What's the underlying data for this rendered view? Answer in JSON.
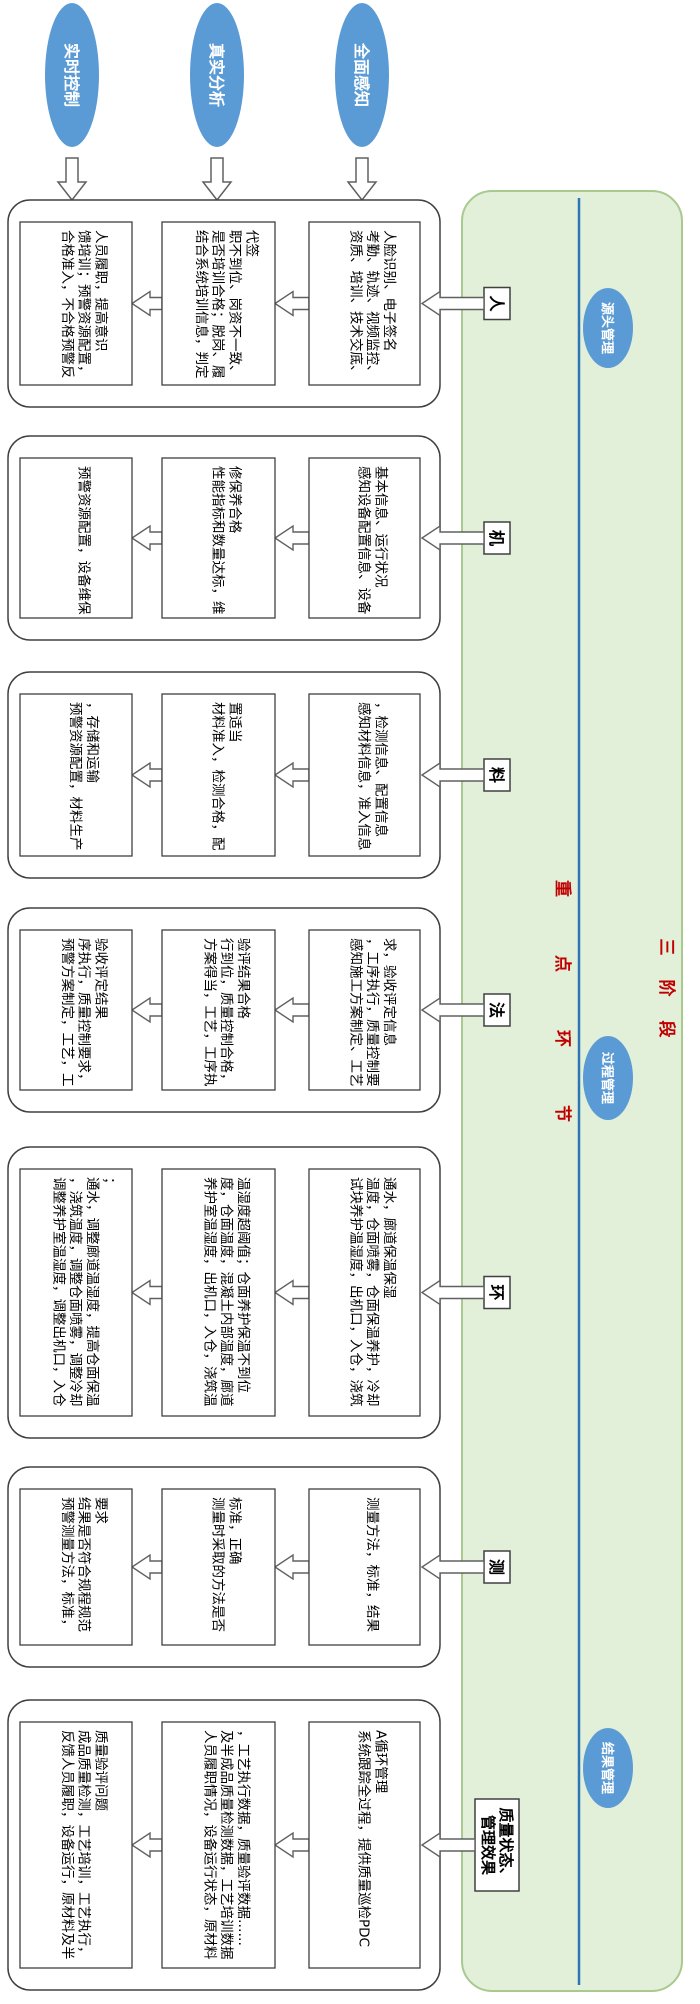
{
  "top_ovals": [
    {
      "id": "perception",
      "label": "全面感知"
    },
    {
      "id": "analysis",
      "label": "真实分析"
    },
    {
      "id": "control",
      "label": "实时控制"
    }
  ],
  "stages": {
    "title": "三阶段",
    "key_link": "重点环节",
    "items": [
      {
        "id": "source",
        "label": "源头管理"
      },
      {
        "id": "process",
        "label": "过程管理"
      },
      {
        "id": "result",
        "label": "结果管理"
      }
    ]
  },
  "groups": [
    {
      "id": "ren",
      "label": "人",
      "perception": "资质、培训、技术交底、考勤、轨迹、视频监控、人脸识别、电子签名",
      "analysis": "结合系统培训信息，判定是否培训合格；脱岗、履职不到位、岗资不一致、代签",
      "control": "合格准入，不合格预警反馈培训；预警资源配置，人员履职，提高意识"
    },
    {
      "id": "ji",
      "label": "机",
      "perception": "感知设备配置信息、设备基本信息、运行状况",
      "analysis": "性能指标和数量达标，维修保养合格",
      "control": "预警资源配置，设备维保"
    },
    {
      "id": "liao",
      "label": "料",
      "perception": "感知材料信息，准入信息，检测信息、配置信息",
      "analysis": "材料准入，检测合格，配置适当",
      "control": "预警资源配置，材料生产，存储和运输"
    },
    {
      "id": "fa",
      "label": "法",
      "perception": "感知施工方案制定、工艺，工序执行，质量控制要求，验收评定信息",
      "analysis": "方案得当，工艺，工序执行到位，质量控制合格，验评结果合格",
      "control": "预警方案制定，工艺，工序执行，质量控制要求，验收评定结果"
    },
    {
      "id": "huan",
      "label": "环",
      "perception": "试块养护温湿度，出机口，入仓，浇筑温度，仓面喷雾，仓面保温养护，冷却通水，廊道保温保湿",
      "analysis": "养护室温湿度，出机口，入仓，浇筑温度，仓面温度，混凝土内部温度，廊道温湿度超阈值；仓面养护保温不到位",
      "control": "调整养护室温湿度，调整出机口，入仓，浇筑温度，调整仓面喷雾，调整冷却通水，调整廊道温湿度，提高仓面保温；"
    },
    {
      "id": "ce",
      "label": "测",
      "perception": "测量方法，标准，结果",
      "analysis": "测量时采取的方法是否标准，正确",
      "control": "预警测量方法，标准，结果是否符合规程规范要求"
    },
    {
      "id": "zhiliang",
      "label": "质量状态、管理效果",
      "perception": "系统跟踪全过程，提供质量巡检PDCA循环管理",
      "analysis": "人员履职情况，设备运行状态，原材料及半成品质量检测数据，工艺培训数据，工艺执行数据，质量验评数据……",
      "control": "反馈人员履职，设备运行，原材料及半成品质量检测，工艺培训，工艺执行，质量验评问题"
    }
  ],
  "colors": {
    "oval": "#5b9bd5",
    "stage_text": "#c00000",
    "band": "#e2efd9",
    "band_border": "#a9c98f",
    "line": "#2e75b6",
    "box_border": "#404040",
    "arrow": "#606060"
  }
}
